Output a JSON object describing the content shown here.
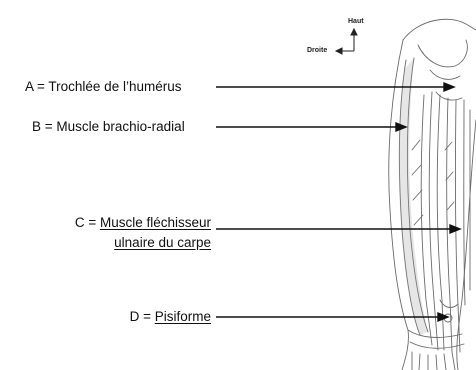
{
  "compass": {
    "up": "Haut",
    "left": "Droite"
  },
  "labels": {
    "a": {
      "prefix": "A = ",
      "text": "Trochlée de l’humérus"
    },
    "b": {
      "prefix": "B = ",
      "text": "Muscle brachio-radial"
    },
    "c": {
      "prefix": "C = ",
      "line1": "Muscle fléchisseur",
      "line2": "ulnaire du carpe"
    },
    "d": {
      "prefix": "D = ",
      "text": "Pisiforme"
    }
  },
  "colors": {
    "ink": "#111111",
    "sketch": "#6b6b6b",
    "shade": "#9a9a9a"
  }
}
